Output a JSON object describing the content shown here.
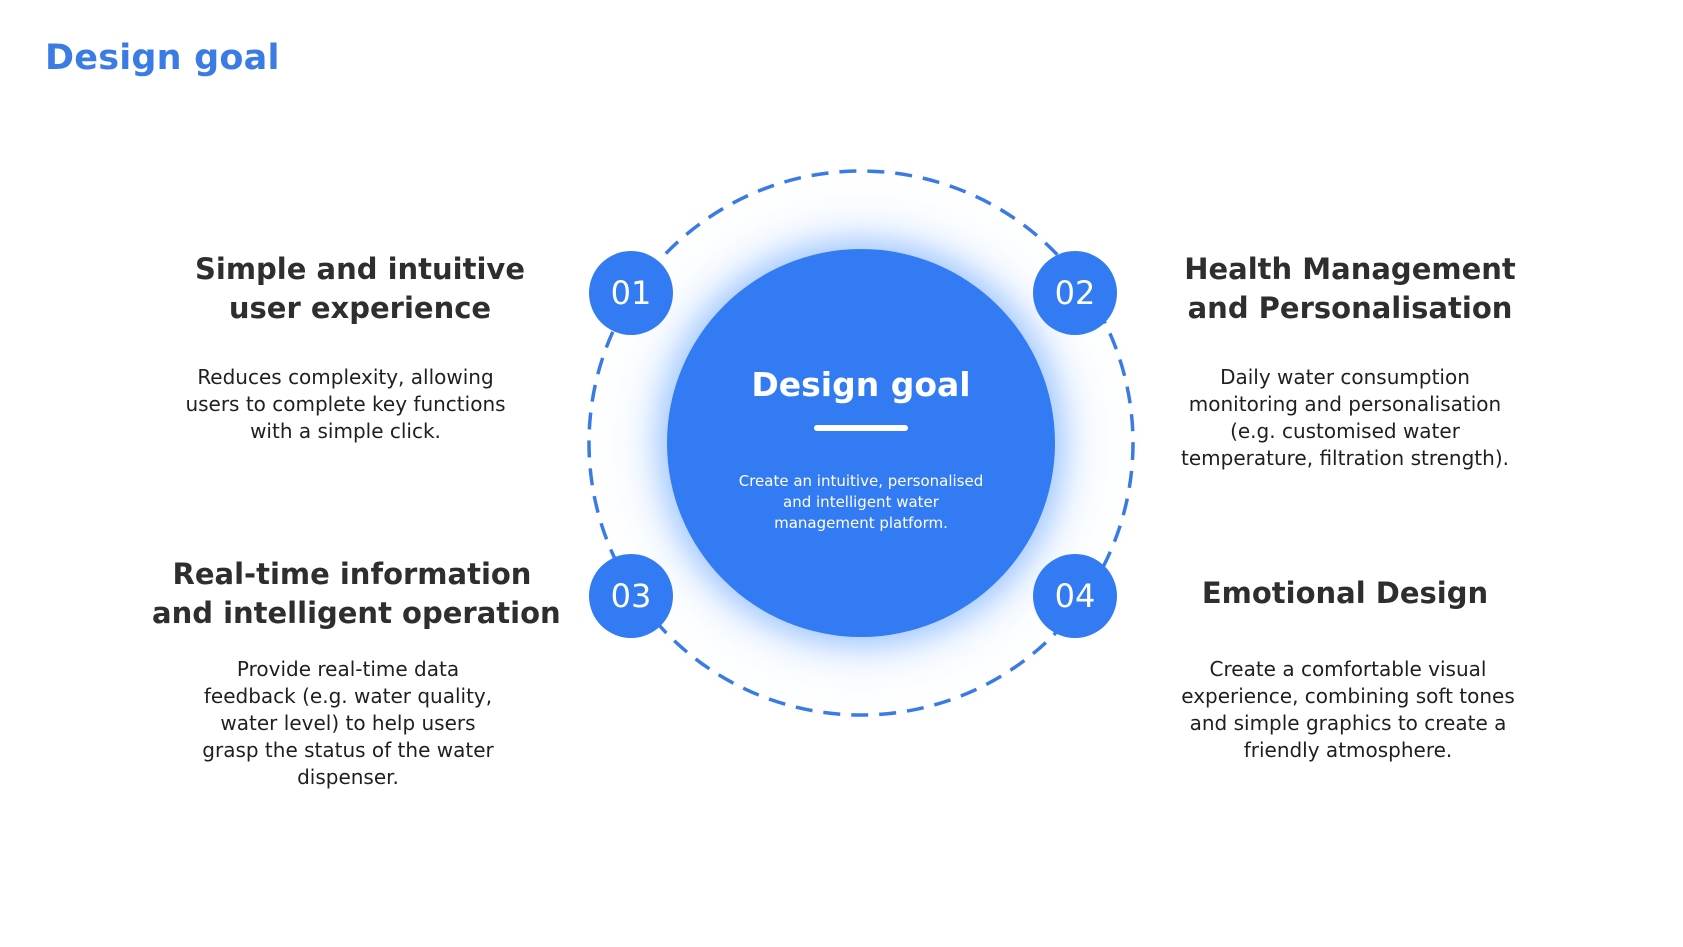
{
  "page": {
    "title": "Design goal"
  },
  "center": {
    "title": "Design goal",
    "description": "Create an intuitive, personalised and intelligent water management platform."
  },
  "goals": [
    {
      "number": "01",
      "title_line1": "Simple and intuitive",
      "title_line2": "user experience",
      "description": "Reduces complexity, allowing users to complete key functions with a simple click."
    },
    {
      "number": "02",
      "title_line1": "Health Management",
      "title_line2": "and Personalisation",
      "description": "Daily water consumption monitoring and personalisation (e.g. customised water temperature, filtration strength)."
    },
    {
      "number": "03",
      "title_line1": "Real-time information",
      "title_line2": "and intelligent operation",
      "description": "Provide real-time data feedback (e.g. water quality, water level) to help users grasp the status of the water dispenser."
    },
    {
      "number": "04",
      "title_line1": "Emotional Design",
      "title_line2": "",
      "description": "Create a comfortable visual experience, combining soft tones and simple graphics to create a friendly atmosphere."
    }
  ],
  "colors": {
    "accent": "#327bf2",
    "title": "#3a7be4",
    "text": "#2e2e2e"
  }
}
